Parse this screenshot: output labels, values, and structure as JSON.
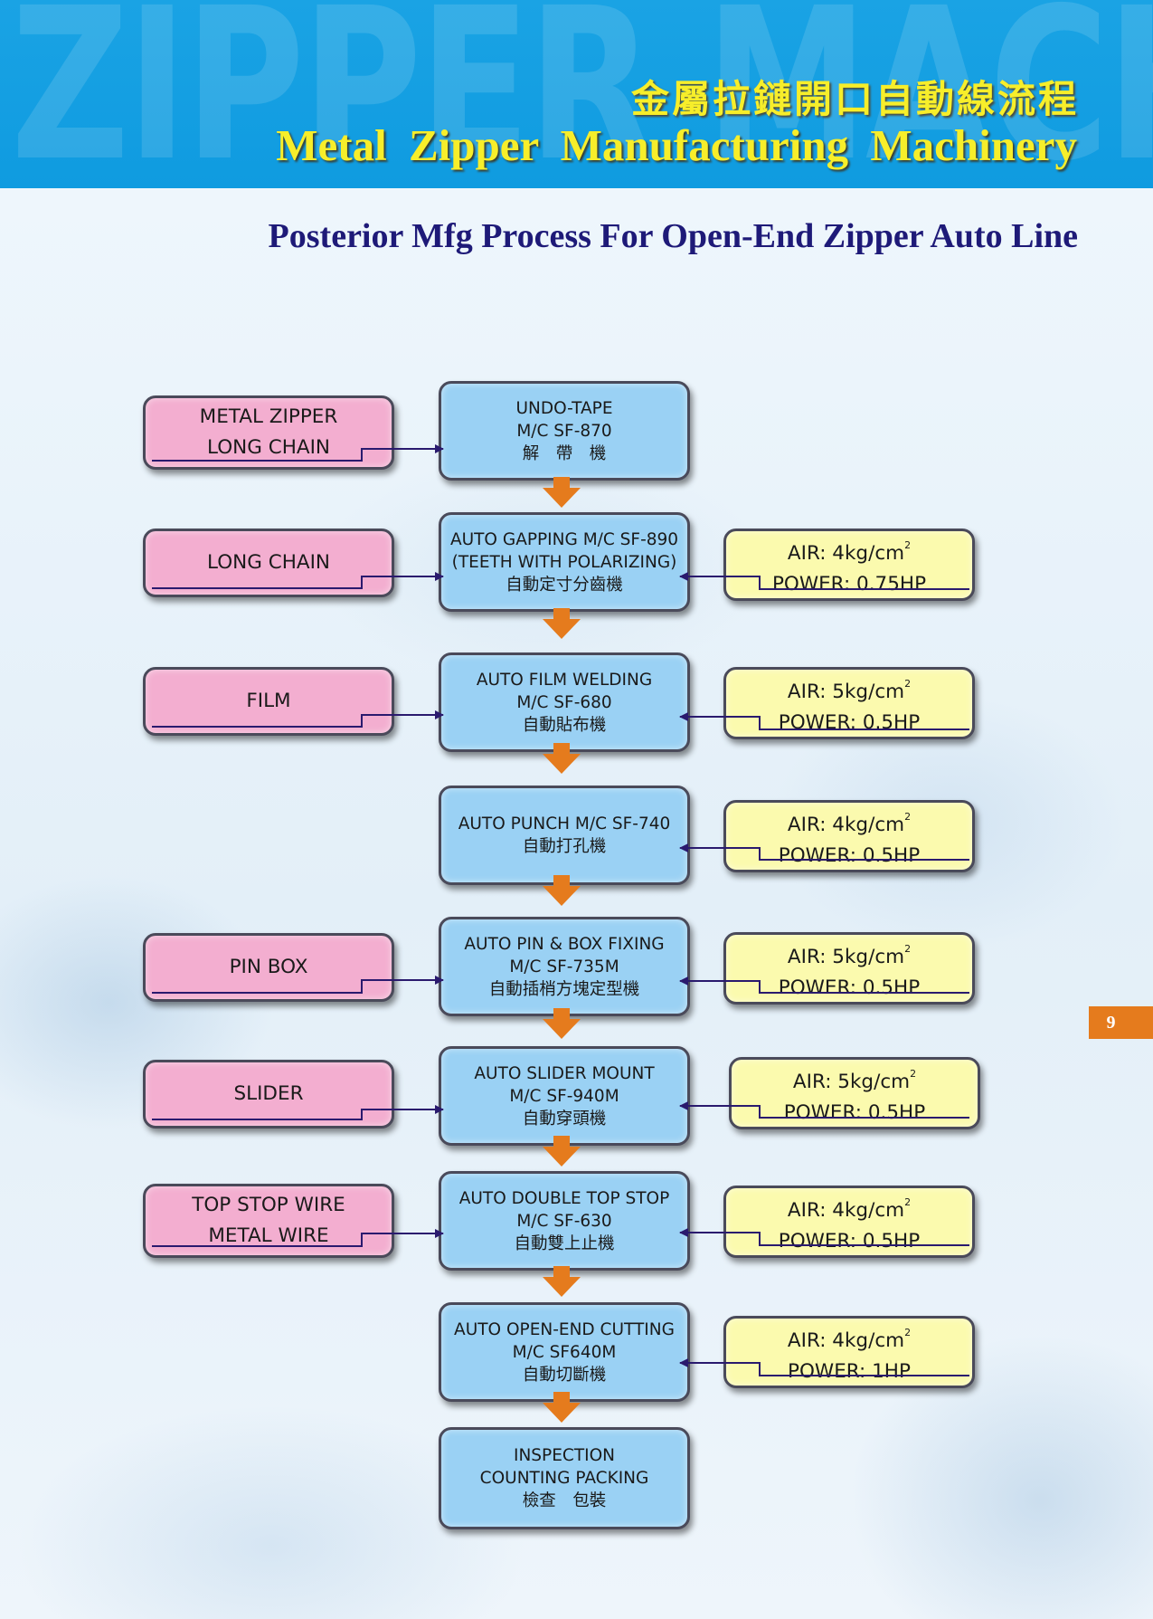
{
  "header": {
    "watermark": "ZIPPER MACHINE",
    "title_cn": "金屬拉鏈開口自動線流程",
    "title_en": "Metal  Zipper  Manufacturing  Machinery"
  },
  "page_heading": "Posterior Mfg Process For Open-End Zipper Auto Line",
  "page_number": "9",
  "colors": {
    "header": "#0f9be0",
    "title": "#f7ee2a",
    "heading": "#1e1a78",
    "process_box": "#9ad1f4",
    "input_box": "#f3aed0",
    "spec_box": "#fbfaae",
    "flow_arrow": "#e57b1d",
    "connector": "#2a1a6e"
  },
  "flow": {
    "steps": [
      {
        "lines": [
          "UNDO-TAPE",
          "M/C  SF-870",
          "解　帶　機"
        ],
        "input": [
          "METAL ZIPPER",
          "LONG CHAIN"
        ],
        "spec": null
      },
      {
        "lines": [
          "AUTO GAPPING M/C SF-890",
          "(TEETH WITH POLARIZING)",
          "自動定寸分齒機"
        ],
        "input": [
          "LONG  CHAIN"
        ],
        "spec": {
          "air": "AIR: 4kg/cm",
          "sup": "2",
          "power": "POWER: 0.75HP"
        }
      },
      {
        "lines": [
          "AUTO FILM WELDING",
          "M/C SF-680",
          "自動貼布機"
        ],
        "input": [
          "FILM"
        ],
        "spec": {
          "air": "AIR: 5kg/cm",
          "sup": "2",
          "power": "POWER: 0.5HP"
        }
      },
      {
        "lines": [
          "AUTO PUNCH M/C  SF-740",
          "自動打孔機"
        ],
        "input": null,
        "spec": {
          "air": "AIR: 4kg/cm",
          "sup": "2",
          "power": "POWER: 0.5HP"
        }
      },
      {
        "lines": [
          "AUTO PIN & BOX FIXING",
          "M/C  SF-735M",
          "自動插梢方塊定型機"
        ],
        "input": [
          "PIN BOX"
        ],
        "spec": {
          "air": "AIR: 5kg/cm",
          "sup": "2",
          "power": "POWER: 0.5HP"
        }
      },
      {
        "lines": [
          "AUTO SLIDER MOUNT",
          "M/C  SF-940M",
          "自動穿頭機"
        ],
        "input": [
          "SLIDER"
        ],
        "spec": {
          "air": "AIR: 5kg/cm",
          "sup": "2",
          "power": "POWER: 0.5HP"
        }
      },
      {
        "lines": [
          "AUTO DOUBLE TOP STOP",
          "M/C  SF-630",
          "自動雙上止機"
        ],
        "input": [
          "TOP STOP WIRE",
          "METAL WIRE"
        ],
        "spec": {
          "air": "AIR: 4kg/cm",
          "sup": "2",
          "power": "POWER: 0.5HP"
        }
      },
      {
        "lines": [
          "AUTO OPEN-END CUTTING",
          "M/C SF640M",
          "自動切斷機"
        ],
        "input": null,
        "spec": {
          "air": "AIR: 4kg/cm",
          "sup": "2",
          "power": "POWER: 1HP"
        }
      },
      {
        "lines": [
          "INSPECTION",
          "COUNTING PACKING",
          "檢查　包裝"
        ],
        "input": null,
        "spec": null
      }
    ]
  }
}
